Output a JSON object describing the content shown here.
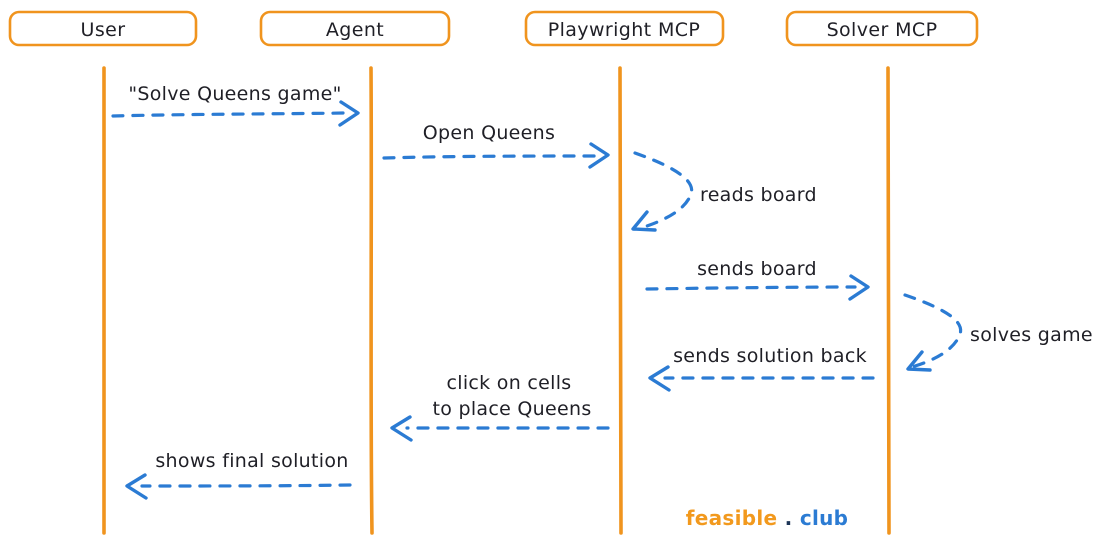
{
  "diagram_type": "sequence-diagram",
  "colors": {
    "actor_stroke_orange": "#f0941e",
    "lifeline_orange": "#f0941e",
    "message_blue": "#2b7bd3",
    "text_ink": "#1f1f26",
    "watermark_orange": "#f2991d",
    "watermark_navy": "#1d3557",
    "watermark_blue": "#2b7bd3",
    "background": "#ffffff"
  },
  "actors": [
    {
      "id": "user",
      "label": "User"
    },
    {
      "id": "agent",
      "label": "Agent"
    },
    {
      "id": "playwright-mcp",
      "label": "Playwright MCP"
    },
    {
      "id": "solver-mcp",
      "label": "Solver MCP"
    }
  ],
  "messages": [
    {
      "from": "User",
      "to": "Agent",
      "type": "dashed-arrow",
      "label": "\"Solve Queens game\""
    },
    {
      "from": "Agent",
      "to": "Playwright MCP",
      "type": "dashed-arrow",
      "label": "Open Queens"
    },
    {
      "from": "Playwright MCP",
      "to": "Playwright MCP",
      "type": "self-loop",
      "label": "reads board"
    },
    {
      "from": "Playwright MCP",
      "to": "Solver MCP",
      "type": "dashed-arrow",
      "label": "sends board"
    },
    {
      "from": "Solver MCP",
      "to": "Solver MCP",
      "type": "self-loop",
      "label": "solves game"
    },
    {
      "from": "Solver MCP",
      "to": "Playwright MCP",
      "type": "dashed-arrow",
      "label": "sends solution back"
    },
    {
      "from": "Playwright MCP",
      "to": "Agent",
      "type": "dashed-arrow",
      "label": "click on cells to place Queens",
      "label_lines": [
        "click on cells",
        "to place Queens"
      ]
    },
    {
      "from": "Agent",
      "to": "User",
      "type": "dashed-arrow",
      "label": "shows final solution"
    }
  ],
  "watermark": {
    "brand": "feasible",
    "dot": ".",
    "tld": "club"
  }
}
